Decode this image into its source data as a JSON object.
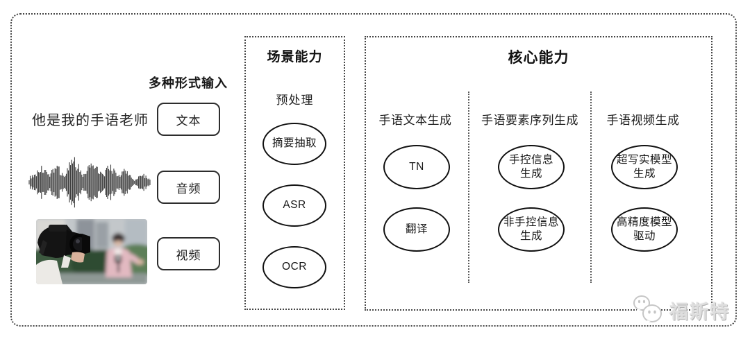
{
  "canvas": {
    "background": "#ffffff",
    "line_color": "#454545",
    "node_border_color": "#101010"
  },
  "input_section": {
    "label": "多种形式输入",
    "sample_text": "他是我的手语老师",
    "buttons": [
      {
        "label": "文本"
      },
      {
        "label": "音频"
      },
      {
        "label": "视频"
      }
    ],
    "media_icons": [
      "audio-waveform-icon",
      "video-frame-photo"
    ]
  },
  "scene_panel": {
    "title": "场景能力",
    "stage_label": "预处理",
    "nodes": [
      [
        "摘要抽取"
      ],
      [
        "ASR"
      ],
      [
        "OCR"
      ]
    ]
  },
  "core_panel": {
    "title": "核心能力",
    "columns": [
      {
        "header": "手语文本生成",
        "nodes": [
          [
            "TN"
          ],
          [
            "翻译"
          ]
        ]
      },
      {
        "header": "手语要素序列生成",
        "nodes": [
          [
            "手控信息",
            "生成"
          ],
          [
            "非手控信息",
            "生成"
          ]
        ]
      },
      {
        "header": "手语视频生成",
        "nodes": [
          [
            "超写实模型",
            "生成"
          ],
          [
            "高精度模型",
            "驱动"
          ]
        ]
      }
    ]
  },
  "watermark": {
    "brand": "福斯特",
    "icon": "chat-bubbles-logo-icon",
    "color": "#c9c9c9"
  }
}
